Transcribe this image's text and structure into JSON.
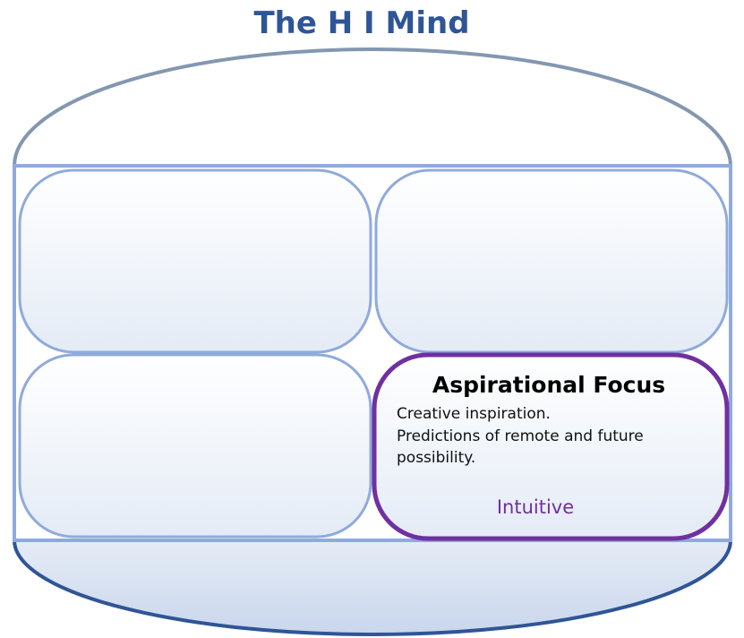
{
  "title": "The H I Mind",
  "active_box": {
    "title": "Aspirational Focus",
    "lines": [
      "Creative inspiration.",
      "Predictions of remote and future",
      "possibility."
    ],
    "tag": "Intuitive"
  },
  "colors": {
    "title": "#2f5597",
    "outline": "#8faadc",
    "dome_top": "#8497b0",
    "dome_bottom": "#2f5597",
    "active_border": "#7030a0",
    "tag": "#7030a0"
  }
}
